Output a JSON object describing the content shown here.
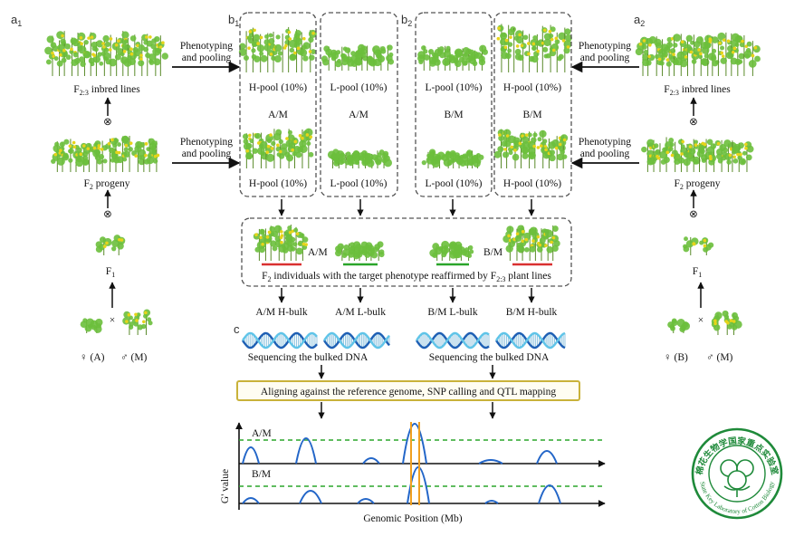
{
  "panels": {
    "a1": "a",
    "a1_sub": "1",
    "a2": "a",
    "a2_sub": "2",
    "b1": "b",
    "b1_sub": "1",
    "b2": "b",
    "b2_sub": "2",
    "c": "c"
  },
  "arrows": {
    "phenotyping": "Phenotyping",
    "pooling": "and pooling"
  },
  "left": {
    "inbred": "F",
    "inbred_sub": "2:3",
    "inbred_tail": " inbred lines",
    "progeny": "F",
    "progeny_sub": "2",
    "progeny_tail": " progeny",
    "f1": "F",
    "f1_sub": "1",
    "female": "♀ (A)",
    "male": "♂ (M)",
    "cross": "×",
    "self": "⊗"
  },
  "right": {
    "inbred": "F",
    "inbred_sub": "2:3",
    "inbred_tail": " inbred lines",
    "progeny": "F",
    "progeny_sub": "2",
    "progeny_tail": " progeny",
    "f1": "F",
    "f1_sub": "1",
    "female": "♀ (B)",
    "male": "♂ (M)",
    "cross": "×",
    "self": "⊗"
  },
  "pools": {
    "b1_h_top": "H-pool (10%)",
    "b1_l_top": "L-pool (10%)",
    "b1_h_bot": "H-pool (10%)",
    "b1_l_bot": "L-pool (10%)",
    "b2_l_top": "L-pool (10%)",
    "b2_h_top": "H-pool (10%)",
    "b2_l_bot": "L-pool (10%)",
    "b2_h_bot": "H-pool (10%)",
    "am1": "A/M",
    "am2": "A/M",
    "bm1": "B/M",
    "bm2": "B/M"
  },
  "reaffirm": {
    "am": "A/M",
    "bm": "B/M",
    "text_pre": "F",
    "text_sub1": "2",
    "text_mid": " individuals with the target phenotype reaffirmed by F",
    "text_sub2": "2:3",
    "text_post": " plant lines"
  },
  "bulks": [
    "A/M H-bulk",
    "A/M L-bulk",
    "B/M L-bulk",
    "B/M H-bulk"
  ],
  "sequencing": [
    "Sequencing the bulked DNA",
    "Sequencing the bulked DNA"
  ],
  "aligning": "Aligning against the reference genome, SNP calling and QTL mapping",
  "plot": {
    "ylabel": "G' value",
    "xlabel": "Genomic Position (Mb)",
    "track1": "A/M",
    "track2": "B/M"
  },
  "logo": {
    "chinese": "棉花生物学国家重点实验室",
    "english": "State Key Laboratory of Cotton Biology"
  },
  "colors": {
    "plant": "#6cbf3c",
    "flower": "#e6d41a",
    "peak": "#2366c8",
    "threshold": "#2aa52a",
    "qtl": "#f0a020",
    "box_border": "#c9b23a",
    "dna_a": "#1e5fb4",
    "dna_b": "#5fc4e8",
    "logo": "#1f8a3a"
  }
}
